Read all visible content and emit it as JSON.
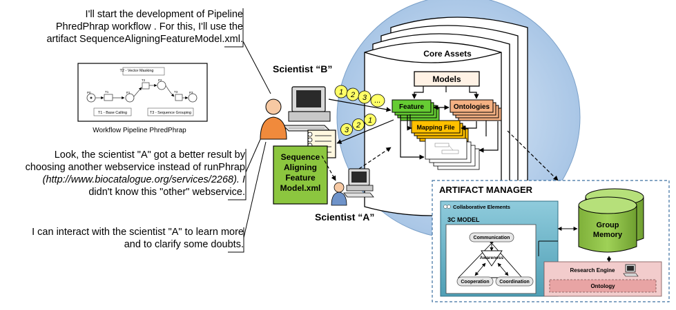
{
  "callouts": {
    "top": {
      "lines": [
        "I'll start the development of Pipeline",
        "PhredPhrap workflow . For this, I'll use the",
        "artifact SequenceAligningFeatureModel.xml."
      ]
    },
    "middle": {
      "lines": [
        "Look, the scientist \"A\" got a better result by",
        "choosing another webservice instead of runPhrap",
        "(http://www.biocatalogue.org/services/2268). I",
        "didn't know this \"other\" webservice."
      ]
    },
    "bottom": {
      "lines": [
        "I can interact with the scientist \"A\" to learn more",
        "and to clarify some doubts."
      ]
    }
  },
  "workflow": {
    "caption": "Workflow Pipeline PhredPhrap",
    "tasks": {
      "t2": "T2 - Vector Masking",
      "t1": "T1 - Base Calling",
      "t3": "T3 - Sequence Grouping"
    },
    "places": [
      "P0",
      "P1",
      "P2",
      "P3"
    ],
    "transitions": [
      "T1",
      "T2",
      "T3"
    ]
  },
  "actors": {
    "scientist_b": "Scientist “B”",
    "scientist_a": "Scientist “A”"
  },
  "artifact_file": "Sequence Aligning Feature Model.xml",
  "artifact_file_lines": [
    "Sequence",
    "Aligning",
    "Feature",
    "Model.xml"
  ],
  "sequence_marks": {
    "outgoing": [
      "1",
      "2",
      "3",
      "..."
    ],
    "incoming": [
      "3",
      "2",
      "1"
    ]
  },
  "core_assets": {
    "title": "Core Assets",
    "models": "Models",
    "feature": "Feature",
    "ontologies": "Ontologies",
    "mapping_file": "Mapping File"
  },
  "artifact_manager": {
    "title": "ARTIFACT MANAGER",
    "collaborative": "Collaborative Elements",
    "model_3c": "3C MODEL",
    "communication": "Communication",
    "awareness": "Awareness",
    "cooperation": "Cooperation",
    "coordination": "Coordination",
    "group_memory_lines": [
      "Group",
      "Memory"
    ],
    "research_engine": "Research Engine",
    "ontology": "Ontology"
  },
  "colors": {
    "circle": "#c3d9f0",
    "feature": "#66cc33",
    "ontologies": "#f4b183",
    "mapping_file": "#ffc000",
    "artifact_file": "#8cc63f",
    "scientist_body": "#f08a3c",
    "scientist_a_body": "#6f93c9",
    "am_inner": "#6fb6c8",
    "group_memory": "#8cc63f",
    "research_engine": "#f2cccc",
    "ontology_box": "#e8a4a4",
    "models_box": "#fff2e5"
  }
}
